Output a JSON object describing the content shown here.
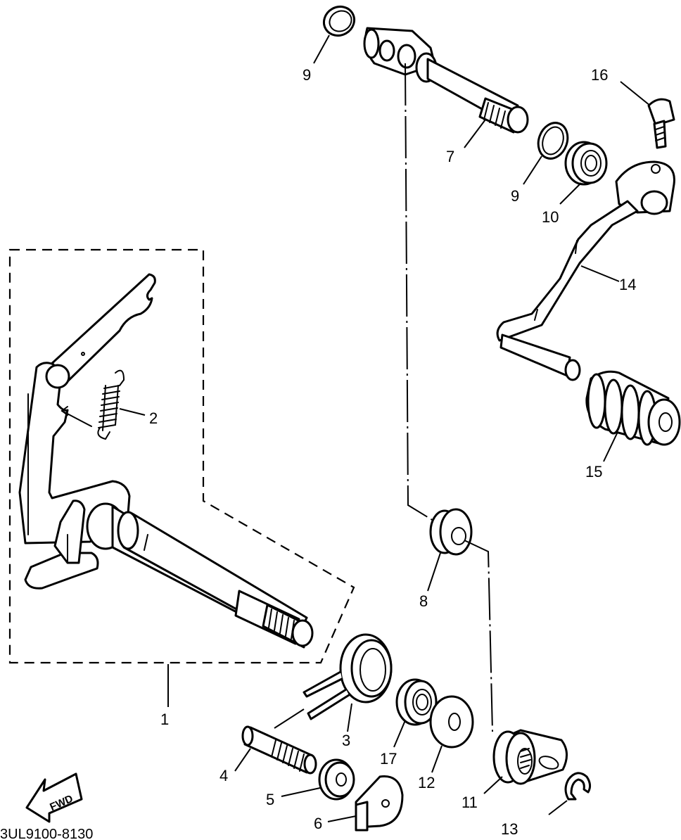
{
  "diagram": {
    "callouts": [
      "1",
      "2",
      "3",
      "4",
      "5",
      "6",
      "7",
      "8",
      "9",
      "9",
      "10",
      "11",
      "12",
      "13",
      "14",
      "15",
      "16",
      "17"
    ],
    "fwd_label": "FWD",
    "drawing_code": "3UL9100-8130"
  }
}
